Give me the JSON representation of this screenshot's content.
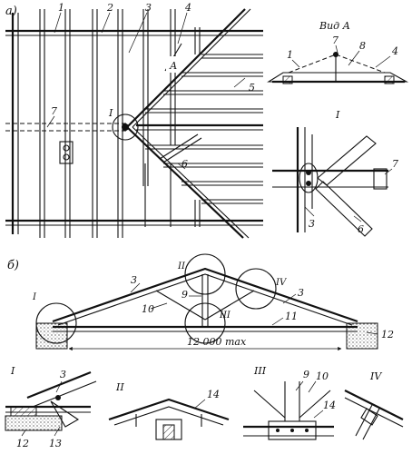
{
  "panel_a": {
    "letter": "а)",
    "view_title": "Вид А",
    "view_marker": "А",
    "detail_marker": "I",
    "callouts_plan": [
      "1",
      "2",
      "3",
      "4",
      "5",
      "6",
      "7"
    ],
    "callouts_view": [
      "1",
      "7",
      "8",
      "4"
    ],
    "callouts_detail": [
      "3",
      "6",
      "7"
    ],
    "detail_title": "I"
  },
  "panel_b": {
    "letter": "б)",
    "span_label": "12 000 max",
    "node_markers": [
      "I",
      "II",
      "III",
      "IV"
    ],
    "callouts_truss": [
      "3",
      "9",
      "10",
      "3",
      "11",
      "12"
    ],
    "details": [
      {
        "title": "I",
        "callouts": [
          "3",
          "12",
          "13"
        ]
      },
      {
        "title": "II",
        "callouts": [
          "14"
        ]
      },
      {
        "title": "III",
        "callouts": [
          "9",
          "10",
          "14"
        ]
      },
      {
        "title": "IV",
        "callouts": []
      }
    ]
  }
}
